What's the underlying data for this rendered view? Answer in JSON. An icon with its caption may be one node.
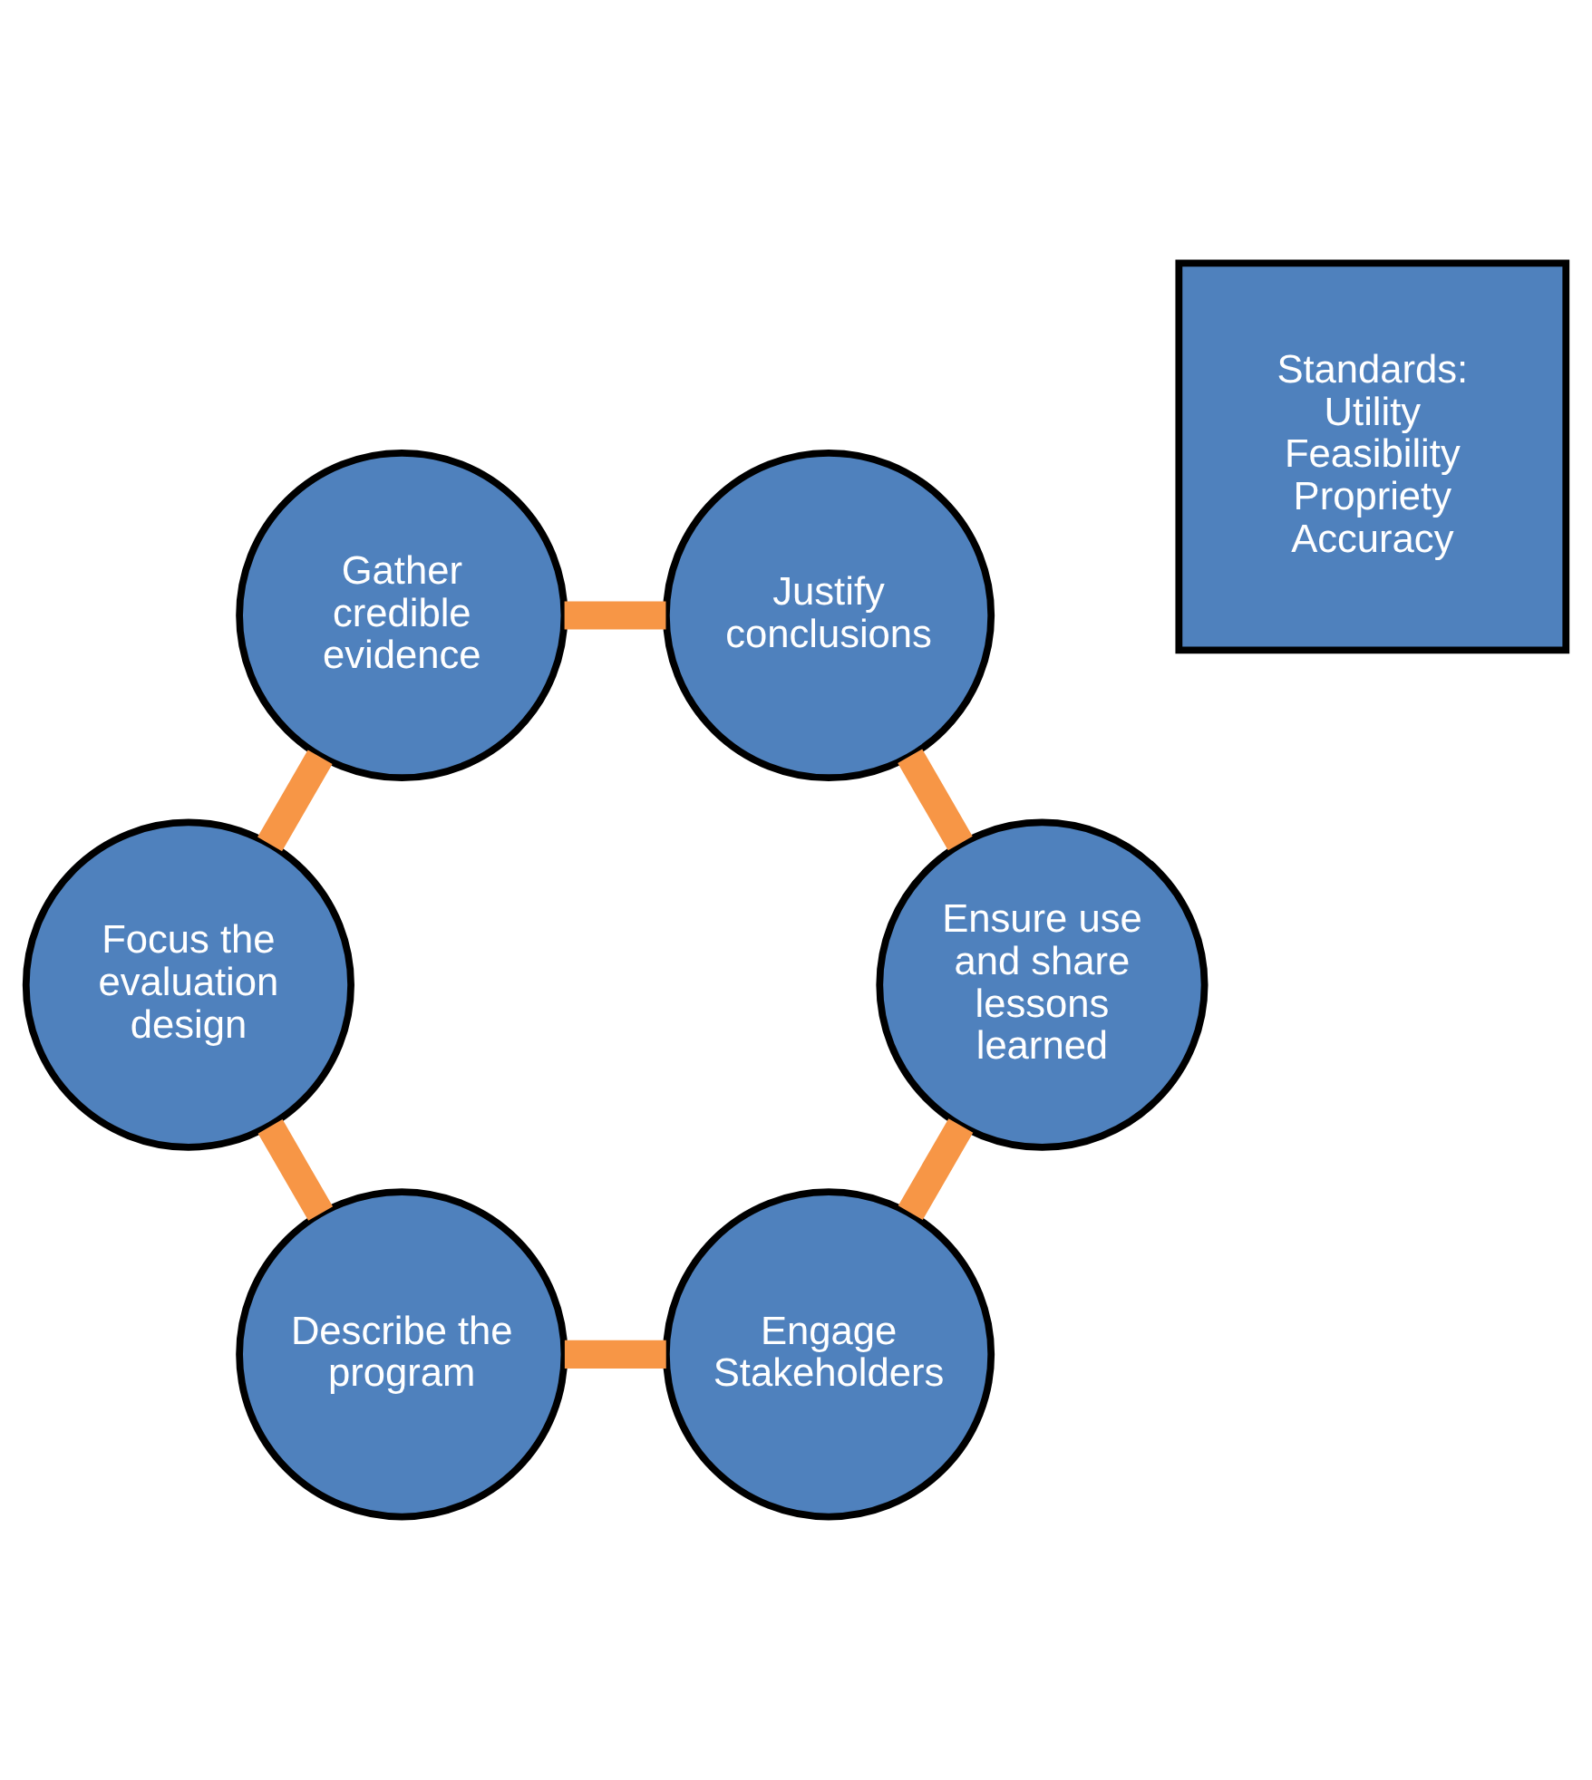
{
  "diagram": {
    "nodes": [
      {
        "text": [
          "Engage Stakeholders"
        ]
      },
      {
        "text": [
          "Describe the program"
        ]
      },
      {
        "text": [
          "Focus the evaluation design"
        ]
      },
      {
        "text": [
          "Gather credible evidence"
        ]
      },
      {
        "text": [
          "Justify conclusions"
        ]
      },
      {
        "text": [
          "Ensure use and share lessons learned"
        ]
      },
      {
        "text": [
          "Standards:",
          "Utility",
          "Feasibility",
          "Propriety",
          "Accuracy"
        ]
      }
    ],
    "edges": [
      {
        "from": 0,
        "to": 1,
        "arrow": "none"
      },
      {
        "from": 1,
        "to": 2,
        "arrow": "none"
      },
      {
        "from": 2,
        "to": 3,
        "arrow": "none"
      },
      {
        "from": 3,
        "to": 4,
        "arrow": "none"
      },
      {
        "from": 4,
        "to": 5,
        "arrow": "none"
      },
      {
        "from": 5,
        "to": 0,
        "arrow": "none"
      }
    ]
  }
}
